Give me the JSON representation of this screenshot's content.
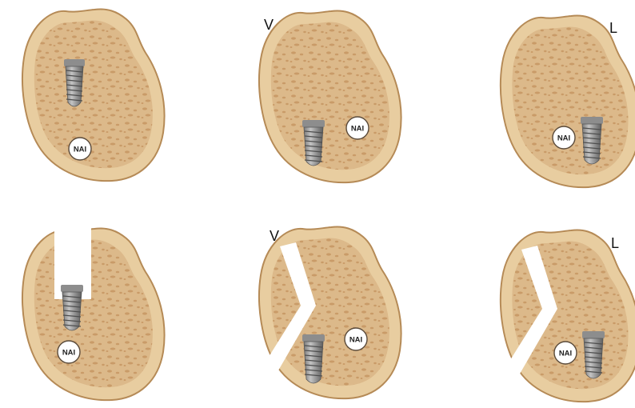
{
  "nai_label": "NAI",
  "panels": [
    {
      "id": "top-1",
      "corner_label": "",
      "cut": "none"
    },
    {
      "id": "top-2",
      "corner_label": "V",
      "cut": "none"
    },
    {
      "id": "top-3",
      "corner_label": "L",
      "cut": "none"
    },
    {
      "id": "bottom-1",
      "corner_label": "",
      "cut": "vertical-slot"
    },
    {
      "id": "bottom-2",
      "corner_label": "V",
      "cut": "zigzag"
    },
    {
      "id": "bottom-3",
      "corner_label": "L",
      "cut": "zigzag"
    }
  ],
  "colors": {
    "bone_outer": "#e8cda0",
    "bone_outline": "#b58a56",
    "bone_inner": "#dcb98a",
    "trabecular": "#c99b68",
    "implant_light": "#b8b8b8",
    "implant_dark": "#6f6f6f",
    "nai_fill": "#ffffff",
    "nai_stroke": "#5a4a3a"
  },
  "icons": [
    "bone-cross-section",
    "dental-implant",
    "nai-marker"
  ]
}
